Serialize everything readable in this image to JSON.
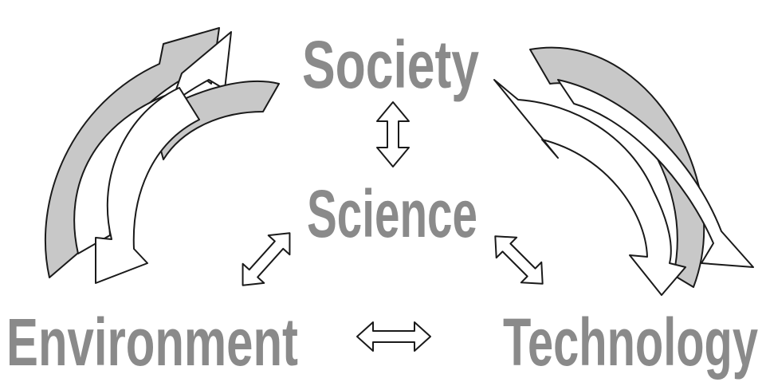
{
  "nodes": {
    "society": "Society",
    "science": "Science",
    "environment": "Environment",
    "technology": "Technology"
  },
  "colors": {
    "label": "#8a8a8a",
    "arrow_fill_gray": "#c8c8c8",
    "arrow_fill_white": "#ffffff",
    "outline": "#1a1a1a"
  },
  "icons": {
    "society_science": "double-arrow-icon",
    "science_environment": "double-arrow-icon",
    "science_technology": "double-arrow-icon",
    "environment_technology": "double-arrow-icon",
    "left_cycle": "curved-arrow-icon",
    "right_cycle": "curved-arrow-icon"
  }
}
